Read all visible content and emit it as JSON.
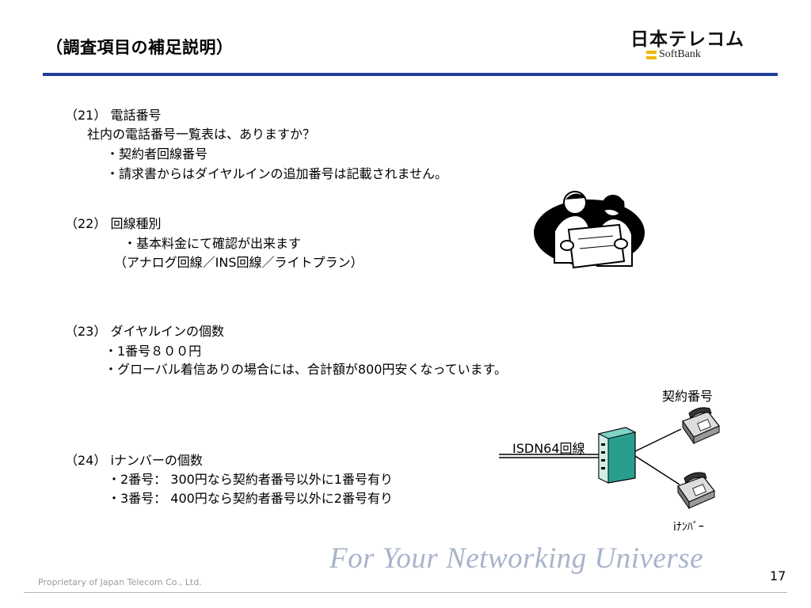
{
  "header": {
    "title": "（調査項目の補足説明）",
    "logo_main": "日本テレコム",
    "logo_sub": "SoftBank"
  },
  "sections": {
    "s21": {
      "heading": "（21）  電話番号",
      "line1": "社内の電話番号一覧表は、ありますか？",
      "line2": "・契約者回線番号",
      "line3": "・請求書からはダイヤルインの追加番号は記載されません。"
    },
    "s22": {
      "heading": "（22）  回線種別",
      "line1": "・基本料金にて確認が出来ます",
      "line2": "（アナログ回線／INS回線／ライトプラン）"
    },
    "s23": {
      "heading": "（23）  ダイヤルインの個数",
      "line1": "・1番号８００円",
      "line2": "・グローバル着信ありの場合には、合計額が800円安くなっています。"
    },
    "s24": {
      "heading": "（24）  iナンバーの個数",
      "line1": "・2番号：  300円なら契約者番号以外に1番号有り",
      "line2": "・3番号：  400円なら契約者番号以外に2番号有り"
    }
  },
  "diagram": {
    "contract_label": "契約番号",
    "isdn_label": "ISDN64回線",
    "inumber_label": "iﾅﾝﾊﾞｰ"
  },
  "footer": {
    "slogan": "For Your Networking Universe",
    "copyright": "Proprietary of Japan Telecom Co., Ltd.",
    "page_number": "17"
  },
  "colors": {
    "rule": "#1e3f9a",
    "logo_accent": "#f2b700",
    "slogan": "#a9b3ca",
    "device": "#2a9e8e"
  }
}
